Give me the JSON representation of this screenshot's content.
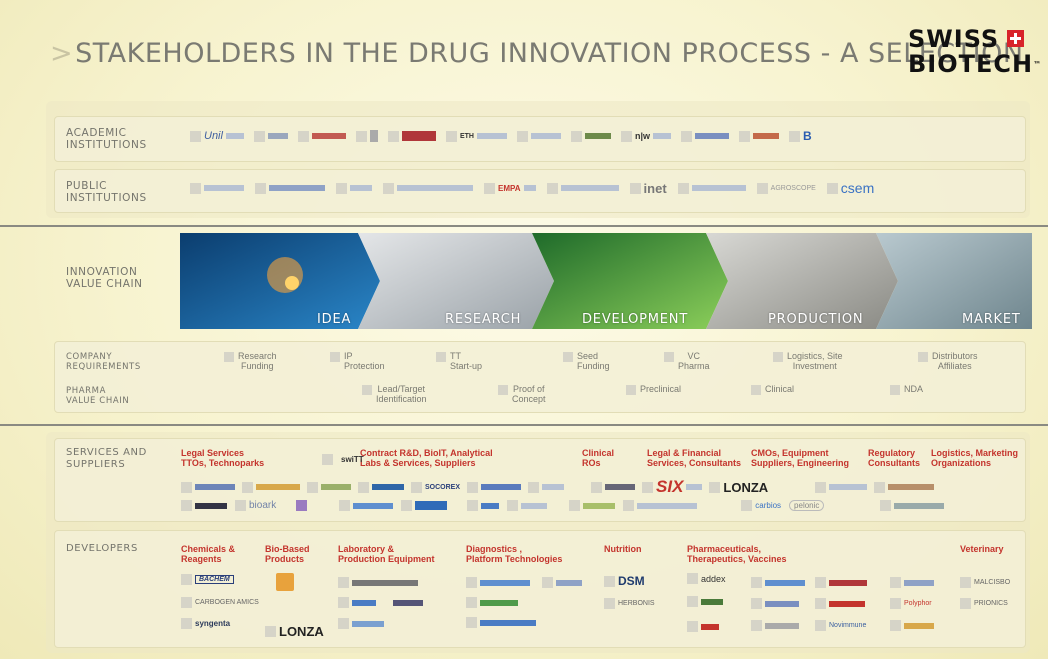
{
  "title": "STAKEHOLDERS IN THE DRUG INNOVATION PROCESS - A SELECTION",
  "title_chevron": ">",
  "brand": {
    "line1": "SWISS",
    "line2": "BIOTECH",
    "tm": "™"
  },
  "academic": {
    "label_l1": "ACADEMIC",
    "label_l2": "INSTITUTIONS",
    "logos": [
      "Unil",
      "",
      "",
      "",
      "",
      "ETH",
      "",
      "",
      "n|w",
      "",
      "",
      "B"
    ]
  },
  "public": {
    "label_l1": "PUBLIC",
    "label_l2": "INSTITUTIONS",
    "logos": [
      "",
      "",
      "",
      "",
      "EMPA",
      "",
      "inet",
      "",
      "AGROSCOPE",
      "csem"
    ]
  },
  "innovation": {
    "label_l1": "INNOVATION",
    "label_l2": "VALUE CHAIN",
    "stages": [
      "IDEA",
      "RESEARCH",
      "DEVELOPMENT",
      "PRODUCTION",
      "MARKET"
    ]
  },
  "company": {
    "label_l1": "COMPANY",
    "label_l2": "REQUIREMENTS",
    "items": [
      {
        "l1": "Research",
        "l2": "Funding"
      },
      {
        "l1": "IP",
        "l2": "Protection"
      },
      {
        "l1": "TT",
        "l2": "Start-up"
      },
      {
        "l1": "Seed",
        "l2": "Funding"
      },
      {
        "l1": "VC",
        "l2": "Pharma"
      },
      {
        "l1": "Logistics, Site",
        "l2": "Investment"
      },
      {
        "l1": "Distributors",
        "l2": "Affiliates"
      }
    ]
  },
  "pharma": {
    "label_l1": "PHARMA",
    "label_l2": "VALUE CHAIN",
    "items": [
      {
        "l1": "Lead/Target",
        "l2": "Identification"
      },
      {
        "l1": "Proof of",
        "l2": "Concept"
      },
      {
        "l1": "Preclinical",
        "l2": ""
      },
      {
        "l1": "Clinical",
        "l2": ""
      },
      {
        "l1": "NDA",
        "l2": ""
      }
    ]
  },
  "services": {
    "label_l1": "SERVICES AND",
    "label_l2": "SUPPLIERS",
    "heads": [
      {
        "l1": "Legal Services",
        "l2": "TTOs, Technoparks"
      },
      {
        "l1": "Contract R&D, BioIT, Analytical",
        "l2": "Labs & Services, Suppliers"
      },
      {
        "l1": "Clinical",
        "l2": "ROs"
      },
      {
        "l1": "Legal & Financial",
        "l2": "Services, Consultants"
      },
      {
        "l1": "CMOs, Equipment",
        "l2": "Suppliers, Engineering"
      },
      {
        "l1": "Regulatory",
        "l2": "Consultants"
      },
      {
        "l1": "Logistics, Marketing",
        "l2": "Organizations"
      }
    ],
    "logos": {
      "switt": "swiTT",
      "socorex": "SOCOREX",
      "six": "SIX",
      "lonza": "LONZA",
      "bioark": "bioark",
      "carbios": "carbios",
      "pelonic": "pelonic"
    }
  },
  "developers": {
    "label": "DEVELOPERS",
    "heads": [
      {
        "l1": "Chemicals &",
        "l2": "Reagents"
      },
      {
        "l1": "Bio-Based",
        "l2": "Products"
      },
      {
        "l1": "Laboratory &",
        "l2": "Production Equipment"
      },
      {
        "l1": "Diagnostics ,",
        "l2": "Platform Technologies"
      },
      {
        "l1": "Nutrition",
        "l2": ""
      },
      {
        "l1": "Pharmaceuticals,",
        "l2": "Therapeutics, Vaccines"
      },
      {
        "l1": "Veterinary",
        "l2": ""
      }
    ],
    "logos": {
      "bachem": "BACHEM",
      "carbogen": "CARBOGEN AMICS",
      "syngenta": "syngenta",
      "lonza": "LONZA",
      "dsm": "DSM",
      "herbonis": "HERBONIS",
      "addex": "addex",
      "novimmune": "Novimmune",
      "malcisbo": "MALCISBO",
      "prionics": "PRIONICS",
      "polyphor": "Polyphor"
    }
  },
  "colors": {
    "accent_red": "#c4342d",
    "band_bg": "#f3f0d6",
    "divider": "#8a8a82"
  }
}
